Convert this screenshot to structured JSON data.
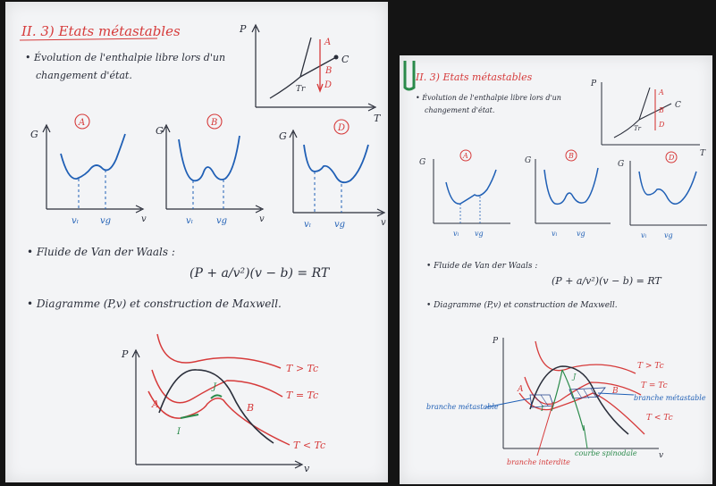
{
  "section": {
    "title": "II. 3) Etats métastables",
    "bullet_1": "• Évolution de l'enthalpie libre lors d'un",
    "bullet_1b": "changement d'état.",
    "bullet_2": "• Fluide de Van der Waals :",
    "equation": "(P + a/v²)(v − b) = RT",
    "bullet_3": "• Diagramme (P,v) et construction de Maxwell."
  },
  "phase_diagram": {
    "y_axis": "P",
    "x_axis": "T",
    "points": [
      "A",
      "B",
      "C",
      "D"
    ],
    "triple_point": "Tr"
  },
  "g_curves": [
    {
      "label": "A",
      "y_axis": "G",
      "x_axis": "v",
      "ticks": [
        "vₗ",
        "vg"
      ]
    },
    {
      "label": "B",
      "y_axis": "G",
      "x_axis": "v",
      "ticks": [
        "vₗ",
        "vg"
      ]
    },
    {
      "label": "D",
      "y_axis": "G",
      "x_axis": "v",
      "ticks": [
        "vₗ",
        "vg"
      ]
    }
  ],
  "pv_diagram": {
    "y_axis": "P",
    "x_axis": "v",
    "isotherms": [
      "T > Tc",
      "T = Tc",
      "T < Tc"
    ],
    "points": [
      "A",
      "B",
      "I",
      "J"
    ],
    "annotations": [
      "branche métastable",
      "branche métastable",
      "branche interdite",
      "courbe spinodale"
    ]
  },
  "colors": {
    "ink": "#2a2e3a",
    "blue": "#1f5fb5",
    "red": "#d63a3a",
    "green": "#2a8a4a",
    "board": "#f3f4f6"
  }
}
